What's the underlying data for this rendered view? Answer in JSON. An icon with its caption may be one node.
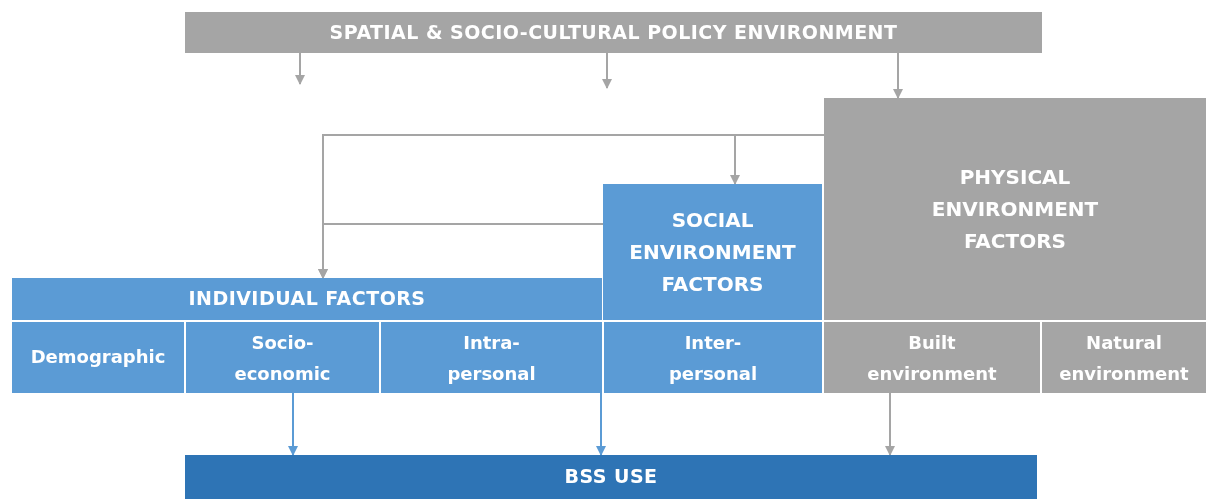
{
  "diagram": {
    "nodes": [
      {
        "text": [
          "SPATIAL & SOCIO-CULTURAL POLICY ENVIRONMENT"
        ]
      },
      {
        "text": [
          "PHYSICAL ENVIRONMENT FACTORS"
        ]
      },
      {
        "text": [
          "SOCIAL ENVIRONMENT FACTORS"
        ]
      },
      {
        "text": [
          "INDIVIDUAL FACTORS"
        ]
      },
      {
        "text": [
          "Demographic"
        ]
      },
      {
        "text": [
          "Socio- economic"
        ]
      },
      {
        "text": [
          "Intra- personal"
        ]
      },
      {
        "text": [
          "Inter- personal"
        ]
      },
      {
        "text": [
          "Built environment"
        ]
      },
      {
        "text": [
          "Natural environment"
        ]
      },
      {
        "text": [
          "BSS USE"
        ]
      }
    ],
    "edges": [
      {
        "from": 0,
        "to": null,
        "arrow": "to"
      },
      {
        "from": 0,
        "to": null,
        "arrow": "to"
      },
      {
        "from": 0,
        "to": 1,
        "arrow": "to"
      },
      {
        "from": 1,
        "to": 3,
        "arrow": "to"
      },
      {
        "from": 1,
        "to": 2,
        "arrow": "to"
      },
      {
        "from": 2,
        "to": 3,
        "arrow": "to"
      },
      {
        "from": 5,
        "to": 10,
        "arrow": "to",
        "color": "#5b9bd5"
      },
      {
        "from": 6,
        "to": 10,
        "arrow": "to",
        "color": "#5b9bd5"
      },
      {
        "from": 8,
        "to": 10,
        "arrow": "to"
      }
    ]
  }
}
